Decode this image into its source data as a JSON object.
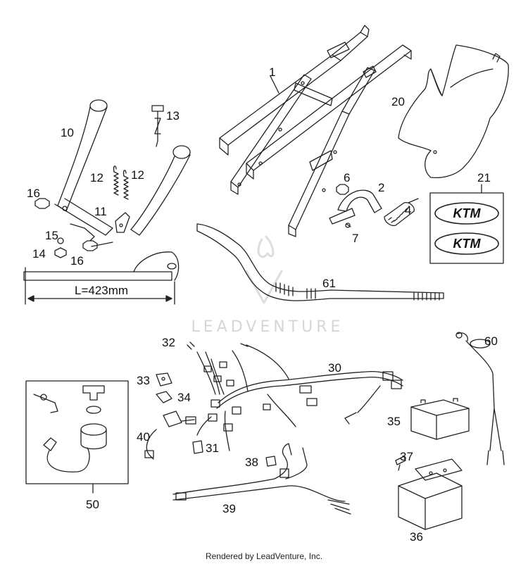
{
  "diagram": {
    "callouts": {
      "c1": "1",
      "c2": "2",
      "c4": "4",
      "c6": "6",
      "c7": "7",
      "c10": "10",
      "c11": "11",
      "c12a": "12",
      "c12b": "12",
      "c13": "13",
      "c14": "14",
      "c15": "15",
      "c16a": "16",
      "c16b": "16",
      "c20": "20",
      "c21": "21",
      "c30": "30",
      "c31": "31",
      "c32": "32",
      "c33": "33",
      "c34": "34",
      "c35": "35",
      "c36": "36",
      "c37": "37",
      "c38": "38",
      "c39": "39",
      "c40": "40",
      "c50": "50",
      "c60": "60",
      "c61": "61"
    },
    "dimension_label": "L=423mm",
    "sticker_text": "KTM",
    "watermark": "LEADVENTURE",
    "footer": "Rendered by LeadVenture, Inc."
  }
}
